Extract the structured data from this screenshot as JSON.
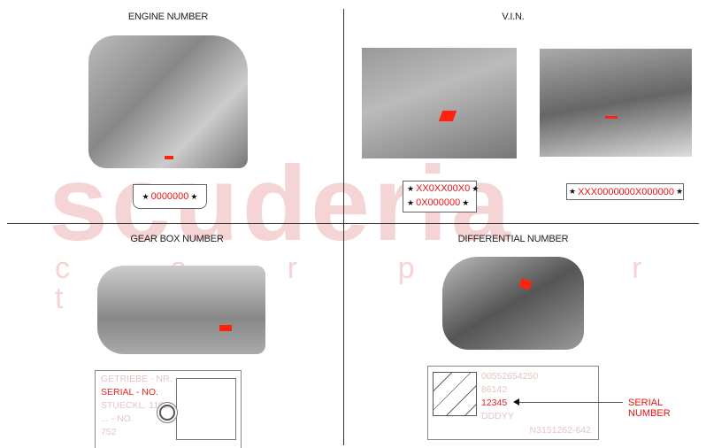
{
  "watermark": {
    "brand": "scuderia",
    "sub": "c a r p a r t s",
    "color": "#f4d4d4"
  },
  "sections": {
    "engine": {
      "title": "ENGINE NUMBER",
      "label": "0000000"
    },
    "vin": {
      "title": "V.I.N.",
      "label_a_line1": "XX0XX00X0",
      "label_a_line2": "0X000000",
      "label_b": "XXX0000000X000000"
    },
    "gearbox": {
      "title": "GEAR BOX NUMBER",
      "plate_lines": [
        "GETRIEBE - NR.",
        "SERIAL - NO.",
        "STUECKL. 1102",
        "... - NO.",
        "752"
      ],
      "highlight_index": 1
    },
    "differential": {
      "title": "DIFFERENTIAL NUMBER",
      "plate_lines": [
        "00552654250",
        "86142",
        "12345",
        "DDDYY"
      ],
      "plate_footer": "N3151262-642",
      "highlight_index": 2,
      "callout": "SERIAL NUMBER"
    }
  },
  "colors": {
    "accent": "#ee1111",
    "line": "#333333"
  }
}
